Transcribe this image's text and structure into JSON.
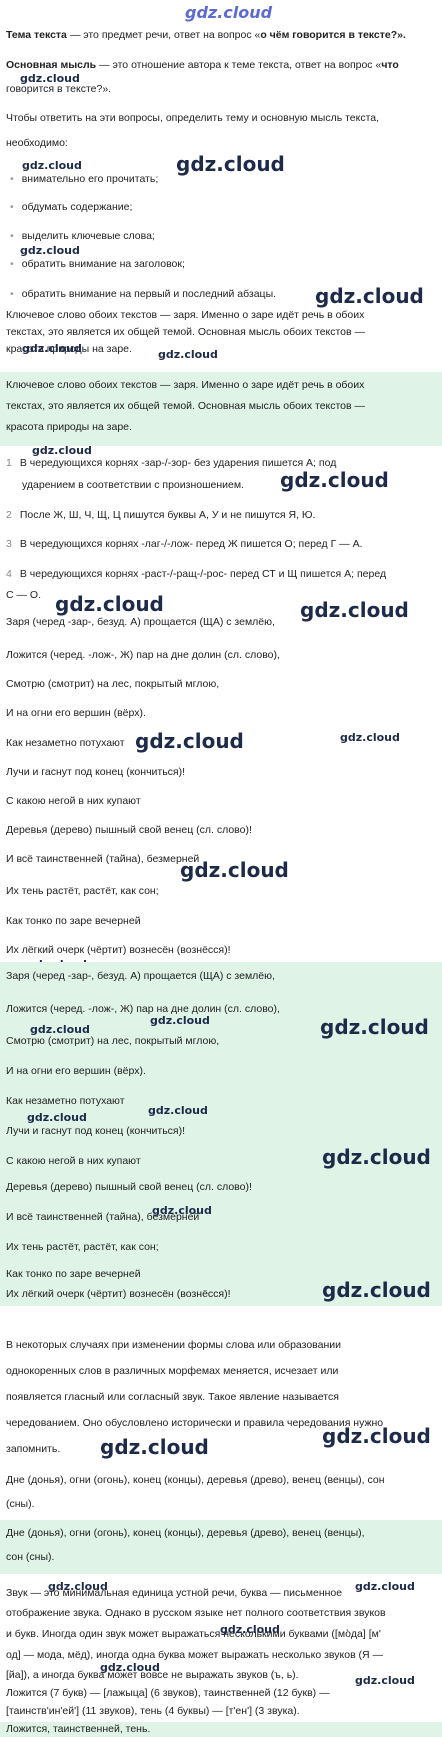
{
  "watermark": "gdz.cloud",
  "definitions": {
    "topic_term": "Тема текста",
    "topic_rest": " — это предмет речи, ответ на вопрос «",
    "topic_q": "о чём",
    "topic_q2": " говорится в тексте?».",
    "main_term": "Основная мысль",
    "main_rest": " — это отношение автора к теме текста, ответ на вопрос «",
    "main_q": "что",
    "main_line2": "говорится в тексте?».",
    "needed_1": "Чтобы ответить на эти вопросы, определить тему и основную мысль текста,",
    "needed_2": "необходимо:"
  },
  "bullets": [
    "внимательно его прочитать;",
    "обдумать содержание;",
    "выделить ключевые слова;",
    "обратить внимание на заголовок;",
    "обратить внимание на первый и последний абзацы."
  ],
  "keyword_plain": [
    "Ключевое слово обоих текстов — заря. Именно о заре идёт речь в обоих",
    "текстах, это является их общей темой. Основная мысль обоих текстов —",
    "красота природы на заре."
  ],
  "keyword_green": [
    "Ключевое слово обоих текстов — заря. Именно о заре идёт речь в обоих",
    "текстах, это является их общей темой. Основная мысль обоих текстов —",
    "красота природы на заре."
  ],
  "rules": [
    {
      "n": "1",
      "l1": "В чередующихся корнях -зар-/-зор- без ударения пишется А; под",
      "l2": "ударением в соответствии с произношением."
    },
    {
      "n": "2",
      "l1": "После Ж, Ш, Ч, Щ, Ц пишутся буквы А, У и не пишутся Я, Ю.",
      "l2": ""
    },
    {
      "n": "3",
      "l1": "В чередующихся корнях -лаг-/-лож- перед Ж пишется О; перед Г — А.",
      "l2": ""
    },
    {
      "n": "4",
      "l1": "В чередующихся корнях -раст-/-ращ-/-рос- перед СТ и Щ пишется А; перед",
      "l2": "С — О."
    }
  ],
  "poem": [
    "Заря (черед -зар-, безуд. А) прощается (ЩА) с землёю,",
    "Ложится (черед. -лож-, Ж) пар на дне долин (сл. слово),",
    "Смотрю (смотрит) на лес, покрытый мглою,",
    "И на огни его вершин (вёрх).",
    "Как незаметно потухают",
    "Лучи и гаснут под конец (кончиться)!",
    "С какою негой в них купают",
    "Деревья (дерево) пышный свой венец (сл. слово)!",
    "И всё таинственней (тайна), безмерней",
    "Их тень растёт, растёт, как сон;",
    "Как тонко по заре вечерней",
    "Их лёгкий очерк (чёртит) вознесён (вознёсся)!"
  ],
  "alternation": [
    "В некоторых случаях при изменении формы слова или образовании",
    "однокоренных слов в различных морфемах меняется, исчезает или",
    "появляется гласный или согласный звук. Такое явление называется",
    "чередованием. Оно обусловлено исторически и правила чередования нужно",
    "запомнить."
  ],
  "words_plain": [
    "Дне (донья), огни (огонь), конец (концы), деревья (древо), венец (венцы), сон",
    "(сны)."
  ],
  "words_green": [
    "Дне (донья), огни (огонь), конец (концы), деревья (древо), венец (венцы),",
    "сон (сны)."
  ],
  "sound": [
    "Звук — это минимальная единица устной речи, буква — письменное",
    "отображение звука. Однако в русском языке нет полного соответствия звуков",
    "и букв. Иногда один звук может выражаться несколькими буквами ([мо̀да] [м'",
    "од] — мода, мёд), иногда одна буква может выражать несколько звуков (Я —",
    "[йа]), а иногда буква может вовсе не выражать звуков (ъ, ь).",
    "Ложится (7 букв) — [лажыца] (6 звуков), таинственней (12 букв) —",
    "[таинств'ин'ей'] (11 звуков), тень (4 буквы) — [т'ен'] (3 звука)."
  ],
  "final_green": "Ложится, таинственней, тень."
}
